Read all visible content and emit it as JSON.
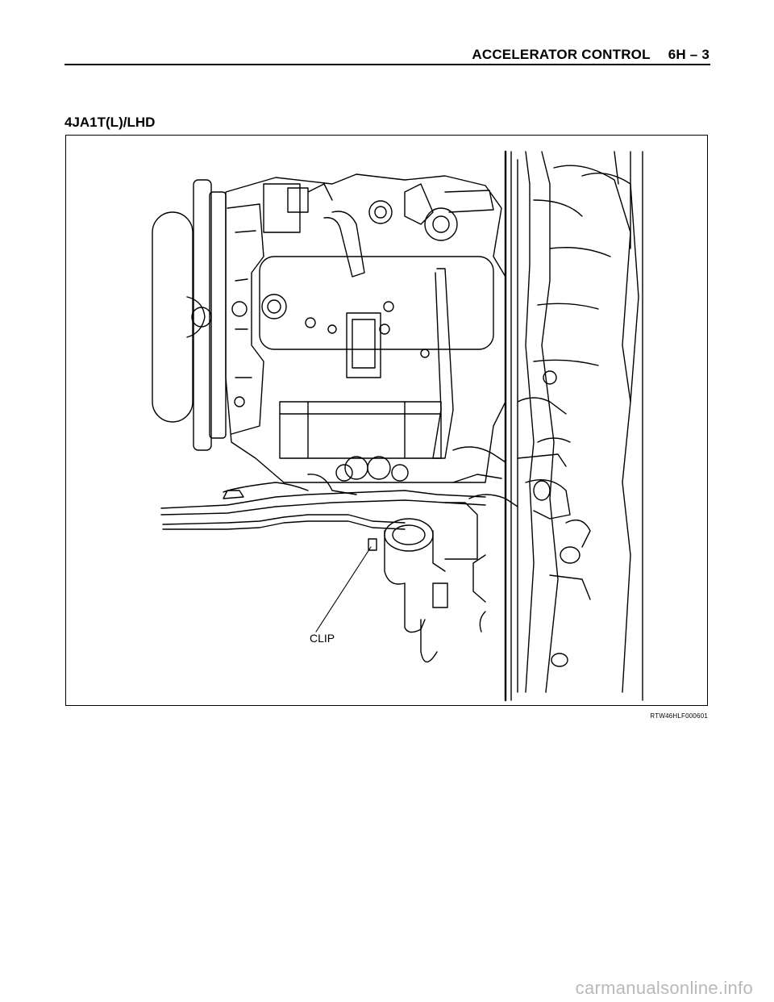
{
  "header": {
    "section": "ACCELERATOR CONTROL",
    "page": "6H – 3"
  },
  "figure": {
    "title": "4JA1T(L)/LHD",
    "callout_label": "CLIP",
    "code": "RTW46HLF000601"
  },
  "watermark": "carmanualsonline.info"
}
